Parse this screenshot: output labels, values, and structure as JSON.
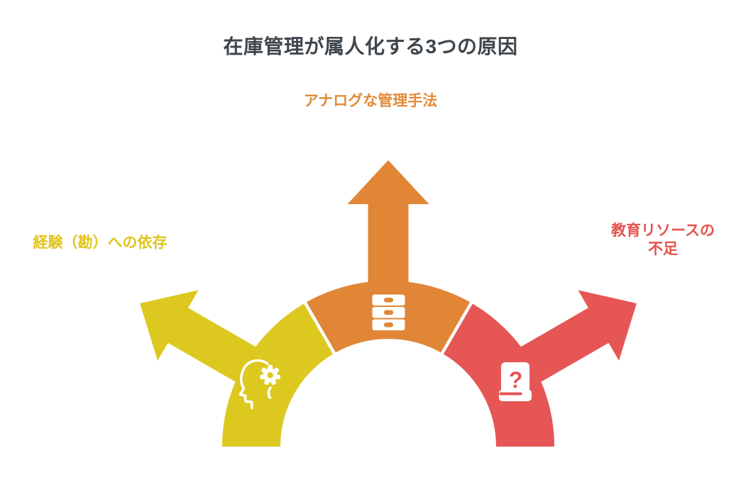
{
  "title": "在庫管理が属人化する3つの原因",
  "causes": {
    "top": {
      "label": "アナログな管理手法",
      "color": "#e08636",
      "icon": "drawer-cabinet-icon"
    },
    "left": {
      "label": "経験（勘）への依存",
      "color": "#ddc81f",
      "icon": "head-gear-icon"
    },
    "right": {
      "label": "教育リソースの不足",
      "label_line1": "教育リソースの",
      "label_line2": "不足",
      "color": "#e55654",
      "icon": "question-book-icon",
      "glyph": "?"
    }
  },
  "text_colors": {
    "title": "#3e454b",
    "top": "#e28a38",
    "left": "#e0c41d",
    "right": "#e4524f"
  }
}
